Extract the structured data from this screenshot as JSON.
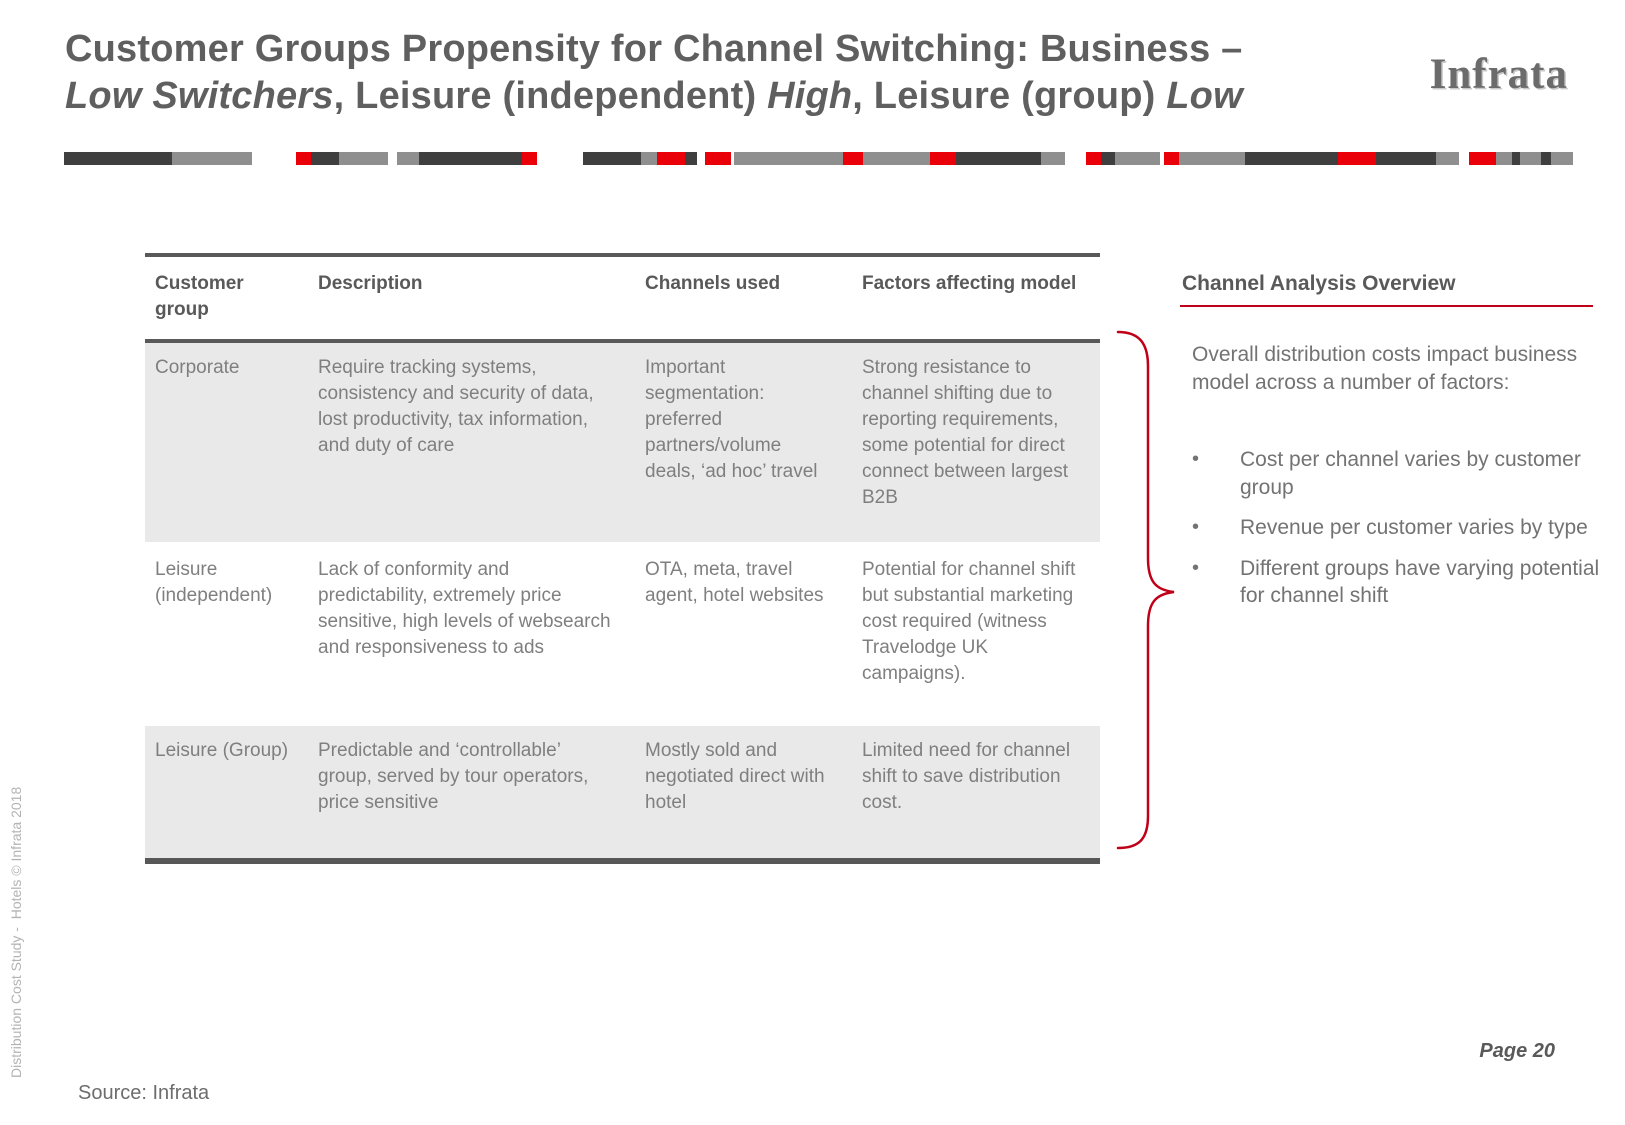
{
  "slide": {
    "title": {
      "line1": "Customer Groups Propensity for Channel Switching: Business –",
      "line2_segments": [
        {
          "text": "Low Switchers",
          "italic": true
        },
        {
          "text": ", Leisure (independent) ",
          "italic": false
        },
        {
          "text": "High",
          "italic": true
        },
        {
          "text": ", Leisure (group) ",
          "italic": false
        },
        {
          "text": "Low",
          "italic": true
        }
      ]
    },
    "logo_text": "Infrata"
  },
  "colors": {
    "accent_red": "#c00018",
    "bar_red": "#e90008",
    "bar_dark": "#3f3f3f",
    "bar_gray": "#8f8f8f",
    "title_gray": "#5f5f5f",
    "row_shade": "#e9e9e9"
  },
  "deco_bar": {
    "segments": [
      [
        "d",
        108
      ],
      [
        "g",
        80
      ],
      [
        "w",
        44
      ],
      [
        "r",
        15
      ],
      [
        "d",
        28
      ],
      [
        "g",
        49
      ],
      [
        "w",
        9
      ],
      [
        "g",
        22
      ],
      [
        "d",
        103
      ],
      [
        "r",
        15
      ],
      [
        "w",
        46
      ],
      [
        "d",
        58
      ],
      [
        "g",
        16
      ],
      [
        "r",
        28
      ],
      [
        "d",
        12
      ],
      [
        "w",
        8
      ],
      [
        "r",
        26
      ],
      [
        "w",
        3
      ],
      [
        "g",
        109
      ],
      [
        "r",
        20
      ],
      [
        "g",
        67
      ],
      [
        "r",
        26
      ],
      [
        "d",
        85
      ],
      [
        "g",
        24
      ],
      [
        "w",
        21
      ],
      [
        "r",
        15
      ],
      [
        "d",
        14
      ],
      [
        "g",
        45
      ],
      [
        "w",
        4
      ],
      [
        "r",
        15
      ],
      [
        "g",
        66
      ],
      [
        "d",
        93
      ],
      [
        "r",
        38
      ],
      [
        "d",
        60
      ],
      [
        "g",
        23
      ],
      [
        "w",
        10
      ],
      [
        "r",
        27
      ],
      [
        "g",
        16
      ],
      [
        "d",
        8
      ],
      [
        "g",
        21
      ],
      [
        "d",
        10
      ],
      [
        "g",
        22
      ]
    ]
  },
  "table": {
    "headers": [
      "Customer group",
      "Description",
      "Channels used",
      "Factors affecting model"
    ],
    "rows": [
      {
        "group": "Corporate",
        "description": "Require tracking systems, consistency and security of data, lost productivity, tax information, and duty of care",
        "channels": "Important segmentation: preferred partners/volume deals, ‘ad hoc’ travel",
        "factors": "Strong resistance to channel shifting due to reporting requirements, some potential for direct connect between largest B2B"
      },
      {
        "group": "Leisure (independent)",
        "description": "Lack of conformity and predictability, extremely price sensitive, high levels of websearch and responsiveness to ads",
        "channels": "OTA, meta, travel agent, hotel websites",
        "factors": "Potential for channel shift but substantial marketing cost required (witness Travelodge UK campaigns)."
      },
      {
        "group": "Leisure (Group)",
        "description": "Predictable and ‘controllable’ group, served by tour operators, price sensitive",
        "channels": "Mostly sold and negotiated direct with hotel",
        "factors": "Limited need for channel shift to save distribution cost."
      }
    ]
  },
  "overview": {
    "heading": "Channel Analysis Overview",
    "intro": "Overall distribution costs impact business model across a number of factors:",
    "bullet_glyph": "•",
    "bullets": [
      "Cost per channel varies by customer group",
      "Revenue per customer varies by type",
      "Different groups have varying potential for channel shift"
    ]
  },
  "footer": {
    "source": "Source: Infrata",
    "page": "Page 20",
    "side_note": "Distribution Cost Study -  Hotels © Infrata 2018"
  }
}
